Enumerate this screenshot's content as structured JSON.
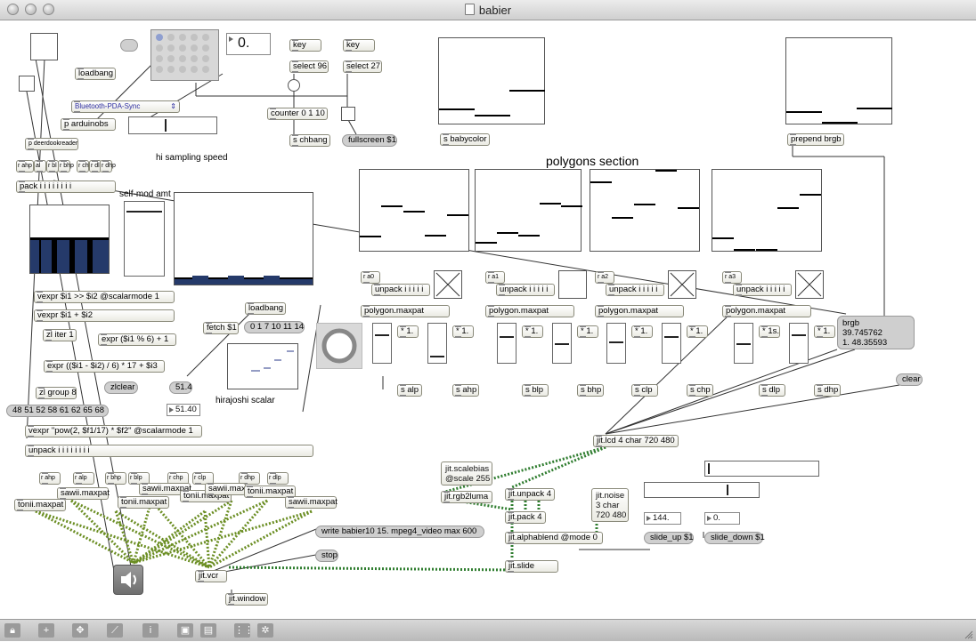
{
  "window": {
    "title": "babier"
  },
  "objects": {
    "loadbang1": "loadbang",
    "loadbang2": "loadbang",
    "p_arduinobs": "p arduinobs",
    "serial_menu": "Bluetooth-PDA-Sync",
    "p_deerdookreader": "p deerdookreader",
    "key1": "key",
    "key2": "key",
    "select96": "select 96",
    "select27": "select 27",
    "counter": "counter 0 1 10",
    "s_chbang": "s chbang",
    "fullscreen": "fullscreen $1",
    "s_babycolor": "s babycolor",
    "prepend_brgb": "prepend brgb",
    "r_labels": [
      "r ahp",
      "al",
      "r bl",
      "r bhp",
      "r ch",
      "r dl",
      "r dhp"
    ],
    "pack": "pack i i i i i i i i",
    "vexpr1": "vexpr $i1 >> $i2 @scalarmode 1",
    "vexpr2": "vexpr $i1 + $i2",
    "zl_iter": "zl iter 1",
    "expr1": "expr ($i1 % 6) + 1",
    "expr2": "expr (($i1 - $i2) / 6) * 17 + $i3",
    "zl_group": "zl group 8",
    "fetch": "fetch $1",
    "hirajoshi_list": "0 1 7 10 11 14",
    "zlclear": "zlclear",
    "msg_514": "51.4",
    "vexpr_pow": "vexpr \"pow(2, $f1/17) * $f2\" @scalarmode 1",
    "unpack_big": "unpack i i i i i i i i",
    "sub_r_labels": [
      "r ahp",
      "r alp",
      "r bhp",
      "r blp",
      "r chp",
      "r clp",
      "r dhp",
      "r dlp"
    ],
    "synths": [
      "tonii.maxpat",
      "sawii.maxpat",
      "tonii.maxpat",
      "sawii.maxpat",
      "tonii.maxpat",
      "sawii.max",
      "tonii.maxpat",
      "sawii.maxpat"
    ],
    "r_a0": "r a0",
    "r_a1": "r a1",
    "r_a2": "r a2",
    "r_a3": "r a3",
    "unpack5": "unpack i i i i i",
    "polygon": "polygon.maxpat",
    "times": "* 1.",
    "times2": "* 1s.",
    "sends": [
      "s alp",
      "s ahp",
      "s blp",
      "s bhp",
      "s clp",
      "s chp",
      "s dlp",
      "s dhp"
    ],
    "jit_lcd": "jit.lcd 4 char 720 480",
    "jit_scalebias": "jit.scalebias\n@scale 255",
    "jit_rgb2luma": "jit.rgb2luma",
    "jit_unpack": "jit.unpack 4",
    "jit_pack": "jit.pack 4",
    "jit_noise": "jit.noise\n3 char\n720 480",
    "jit_alphablend": "jit.alphablend @mode 0",
    "jit_slide": "jit.slide",
    "slide_up": "slide_up $1",
    "slide_down": "slide_down $1",
    "jit_vcr": "jit.vcr",
    "jit_window": "jit.window",
    "write_msg": "write babier10 15. mpeg4_video max 600",
    "stop_msg": "stop",
    "clear_msg": "clear",
    "brgb_msg": "brgb\n39.745762\n1. 48.35593",
    "list_msg": "48 51 52 58 61 62 65 68"
  },
  "numbers": {
    "top_float": "0.",
    "num_5140": "51.40",
    "slide_up_val": "144.",
    "slide_down_val": "0."
  },
  "comments": {
    "hi_sampling": "hi sampling speed",
    "self_mod": "self-mod amt",
    "polygons_section": "polygons section",
    "hirajoshi": "hirajoshi scalar"
  },
  "icons": [
    "lock-icon",
    "add-icon",
    "move-icon",
    "patch-cord-icon",
    "info-icon",
    "presentation-icon",
    "window-icon",
    "grid-icon",
    "settings-icon"
  ],
  "colors": {
    "signal_cord": "#6b8e23",
    "matrix_cord": "#2f7d2f",
    "bar_fill": "#253a6a"
  }
}
